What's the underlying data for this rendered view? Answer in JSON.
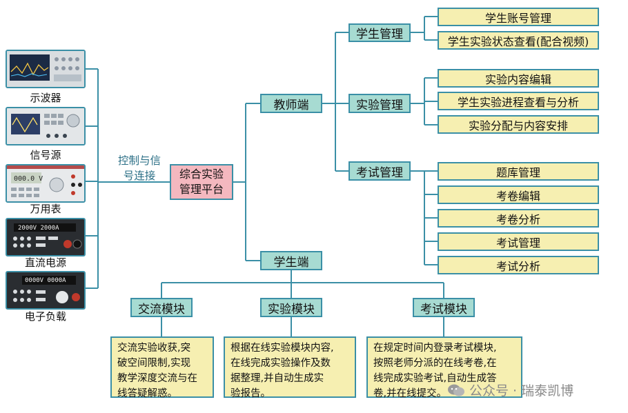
{
  "devices": [
    "示波器",
    "信号源",
    "万用表",
    "直流电源",
    "电子负载"
  ],
  "connection_label": [
    "控制与信",
    "号连接"
  ],
  "platform": [
    "综合实验",
    "管理平台"
  ],
  "teacher": {
    "label": "教师端",
    "groups": [
      {
        "label": "学生管理",
        "items": [
          "学生账号管理",
          "学生实验状态查看(配合视频)"
        ]
      },
      {
        "label": "实验管理",
        "items": [
          "实验内容编辑",
          "学生实验进程查看与分析",
          "实验分配与内容安排"
        ]
      },
      {
        "label": "考试管理",
        "items": [
          "题库管理",
          "考卷编辑",
          "考卷分析",
          "考试管理",
          "考试分析"
        ]
      }
    ]
  },
  "student": {
    "label": "学生端",
    "modules": [
      {
        "label": "交流模块",
        "lines": [
          "交流实验收获,突",
          "破空间限制,实现",
          "教学深度交流与在",
          "线答疑解惑。"
        ]
      },
      {
        "label": "实验模块",
        "lines": [
          "根据在线实验模块内容,",
          "在线完成实验操作及数",
          "据整理,并自动生成实",
          "验报告。"
        ]
      },
      {
        "label": "考试模块",
        "lines": [
          "在规定时间内登录考试模块,",
          "按照老师分派的在线考卷,在",
          "线完成实验考试,自动生成答",
          "卷,并在线提交。"
        ]
      }
    ]
  },
  "watermark": "公众号 · 瑞泰凯博",
  "colors": {
    "line": "#3a8fa6",
    "teal_fill": "#a7dbd2",
    "pink_fill": "#f4b8bf",
    "yellow_fill": "#f6efb1"
  }
}
